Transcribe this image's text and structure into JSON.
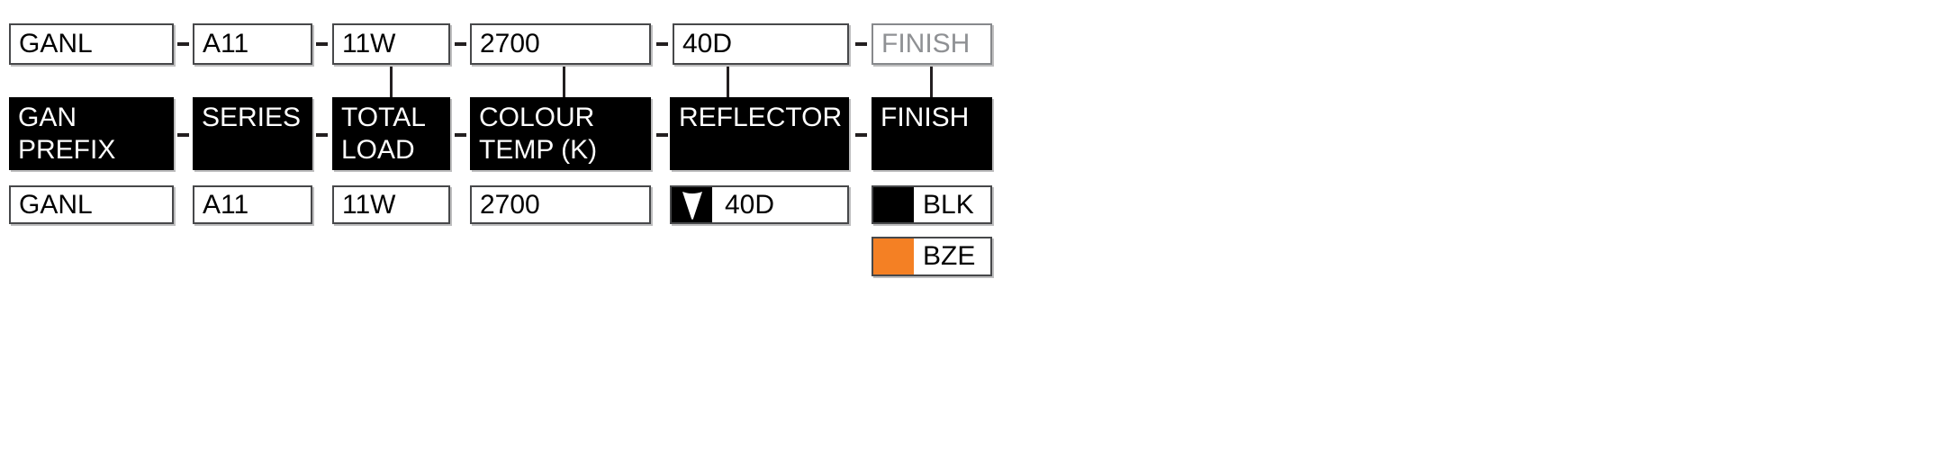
{
  "separator": "-",
  "columns": [
    {
      "code": "GANL",
      "label_lines": [
        "GAN",
        "PREFIX"
      ],
      "value": "GANL"
    },
    {
      "code": "A11",
      "label_lines": [
        "SERIES"
      ],
      "value": "A11"
    },
    {
      "code": "11W",
      "label_lines": [
        "TOTAL",
        "LOAD"
      ],
      "value": "11W"
    },
    {
      "code": "2700",
      "label_lines": [
        "COLOUR",
        "TEMP (K)"
      ],
      "value": "2700"
    },
    {
      "code": "40D",
      "label_lines": [
        "REFLECTOR"
      ],
      "value": "40D",
      "icon": "beam-angle-icon"
    },
    {
      "code": "FINISH",
      "label_lines": [
        "FINISH"
      ],
      "pending": true,
      "options": [
        {
          "code": "BLK",
          "color": "#000000"
        },
        {
          "code": "BZE",
          "color": "#f48024"
        }
      ]
    }
  ],
  "colors": {
    "header_bg": "#000000",
    "pending_text": "#8f9194",
    "swatch_blk": "#000000",
    "swatch_bze": "#f48024"
  }
}
